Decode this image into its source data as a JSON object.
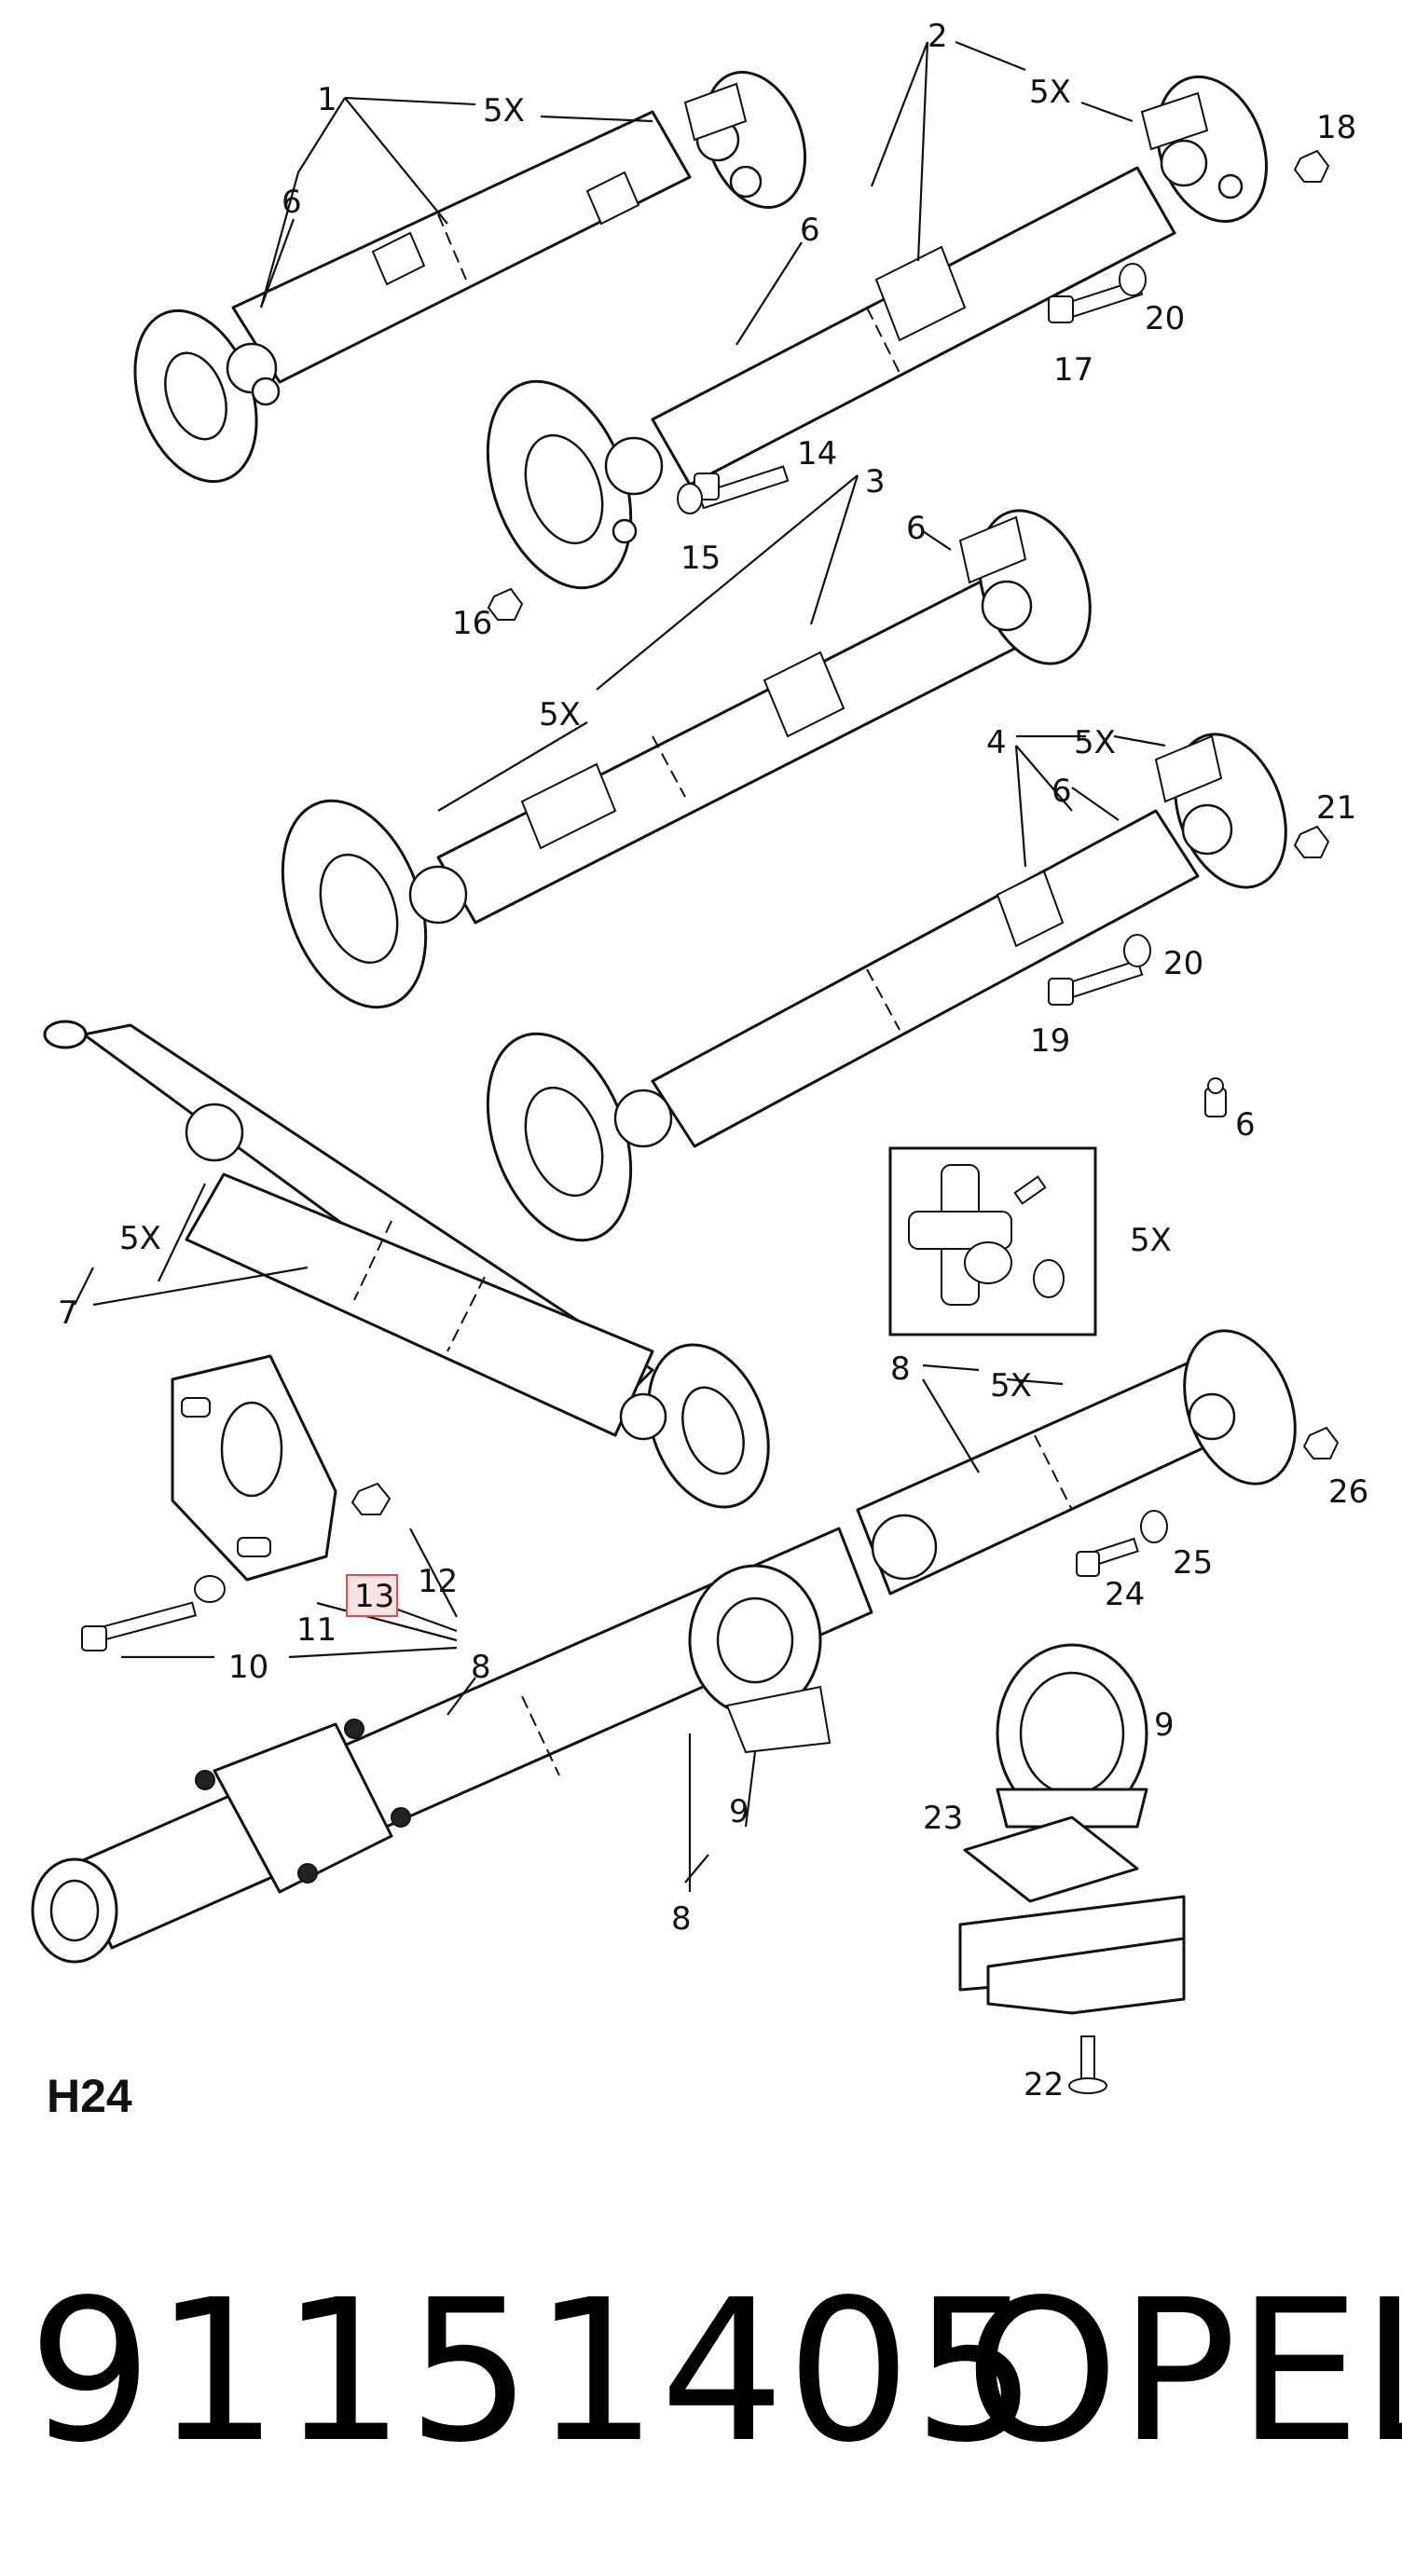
{
  "diagram": {
    "code": "H24",
    "part_number": "91151405",
    "brand": "OPEL",
    "highlighted_callout": "13",
    "callouts": {
      "c1": "1",
      "c2": "2",
      "c3": "3",
      "c4": "4",
      "c5x_a": "5X",
      "c5x_b": "5X",
      "c5x_c": "5X",
      "c5x_d": "5X",
      "c5x_e": "5X",
      "c5x_f": "5X",
      "c5x_g": "5X",
      "c6_a": "6",
      "c6_b": "6",
      "c6_c": "6",
      "c6_d": "6",
      "c6_e": "6",
      "c7": "7",
      "c8_a": "8",
      "c8_b": "8",
      "c8_c": "8",
      "c9_a": "9",
      "c9_b": "9",
      "c10": "10",
      "c11": "11",
      "c12": "12",
      "c13": "13",
      "c14": "14",
      "c15": "15",
      "c16": "16",
      "c17": "17",
      "c18": "18",
      "c19": "19",
      "c20_a": "20",
      "c20_b": "20",
      "c21": "21",
      "c22": "22",
      "c23": "23",
      "c24": "24",
      "c25": "25",
      "c26": "26"
    }
  }
}
